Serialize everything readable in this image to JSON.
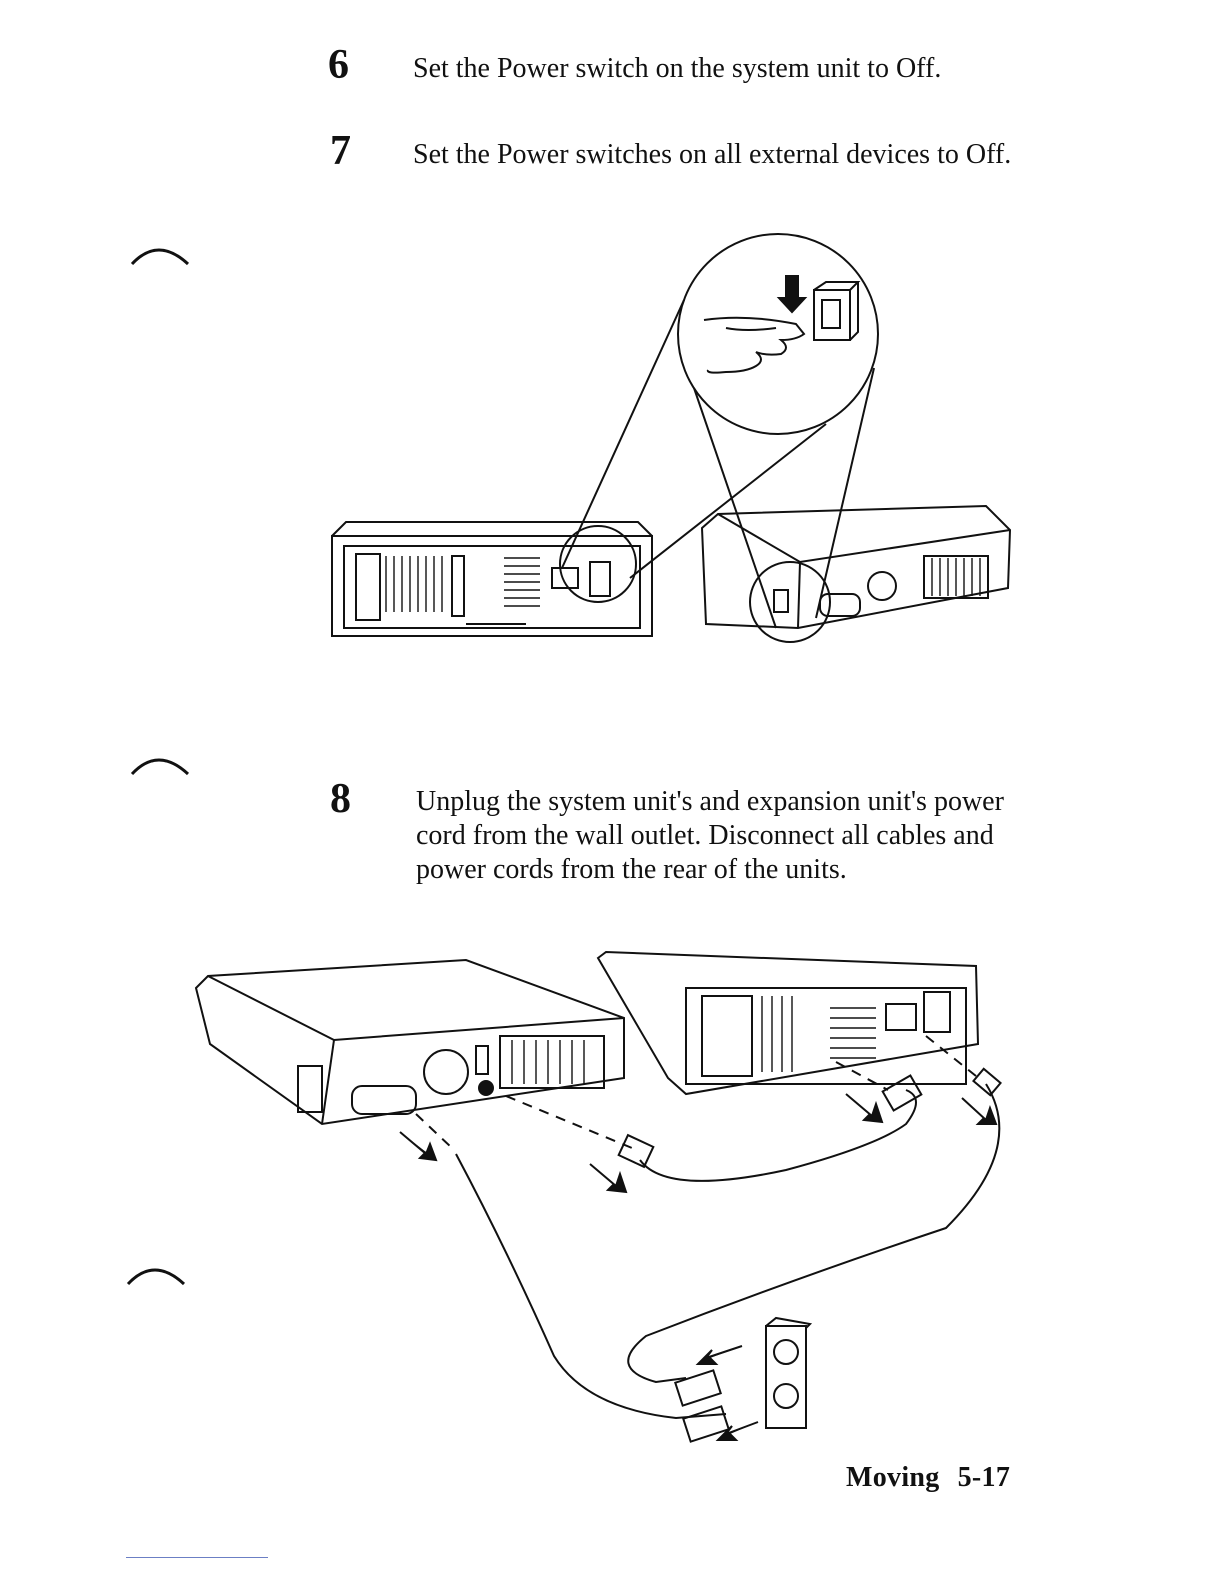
{
  "steps": [
    {
      "number": "6",
      "text": "Set the Power switch on the system unit to Off."
    },
    {
      "number": "7",
      "text": "Set the Power switches on all external devices to Off."
    },
    {
      "number": "8",
      "text": "Unplug the system unit's and expansion unit's power cord from the wall outlet. Disconnect all cables and power cords from the rear of the units."
    }
  ],
  "footer": {
    "section": "Moving",
    "page": "5-17"
  },
  "colors": {
    "ink": "#111111",
    "rule": "#6b7fc4"
  }
}
